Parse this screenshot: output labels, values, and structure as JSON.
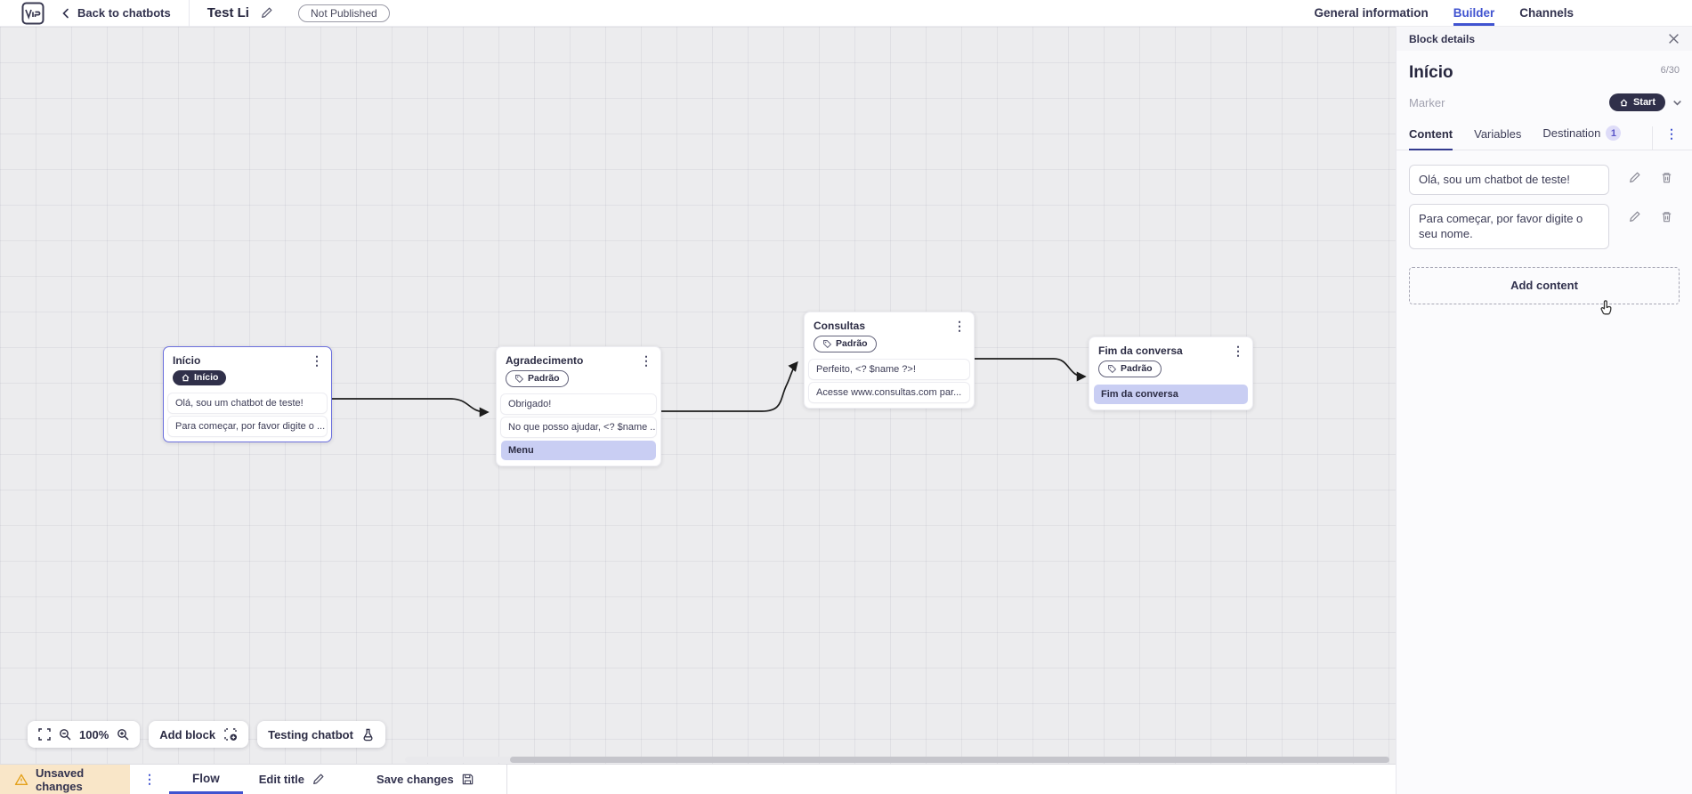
{
  "icons": {
    "kebab": "⋮"
  },
  "top_bar": {
    "back_label": "Back to chatbots",
    "title": "Test Li",
    "status_badge": "Not Published",
    "tabs": [
      {
        "label": "General information",
        "active": false
      },
      {
        "label": "Builder",
        "active": true
      },
      {
        "label": "Channels",
        "active": false
      }
    ]
  },
  "panel": {
    "header": "Block details",
    "block_name": "Início",
    "char_counter": "6/30",
    "marker_label": "Marker",
    "marker_value": "Start",
    "tabs": [
      {
        "label": "Content"
      },
      {
        "label": "Variables"
      },
      {
        "label": "Destination",
        "badge": "1"
      }
    ],
    "content_items": [
      {
        "text": "Olá, sou um chatbot de teste!"
      },
      {
        "text": "Para começar, por favor digite o seu nome."
      }
    ],
    "add_content_label": "Add content"
  },
  "canvas": {
    "zoom_level": "100%",
    "add_block_label": "Add block",
    "testing_label": "Testing chatbot",
    "nodes": [
      {
        "title": "Início",
        "badge": "Início",
        "rows": [
          {
            "text": "Olá, sou um chatbot de teste!"
          },
          {
            "text": "Para começar, por favor digite o ..."
          }
        ]
      },
      {
        "title": "Agradecimento",
        "badge": "Padrão",
        "rows": [
          {
            "text": "Obrigado!"
          },
          {
            "text": "No que posso ajudar, <? $name ..."
          },
          {
            "text": "Menu"
          }
        ]
      },
      {
        "title": "Consultas",
        "badge": "Padrão",
        "rows": [
          {
            "text": "Perfeito, <? $name ?>!"
          },
          {
            "text": "Acesse www.consultas.com par..."
          }
        ]
      },
      {
        "title": "Fim da conversa",
        "badge": "Padrão",
        "rows": [
          {
            "text": "Fim da conversa"
          }
        ]
      }
    ]
  },
  "bottom_bar": {
    "unsaved_label": "Unsaved changes",
    "flow_tab": "Flow",
    "edit_title_label": "Edit title",
    "save_label": "Save changes"
  },
  "colors": {
    "accent_blue": "#4053d0",
    "dark_navy": "#30304a",
    "node_highlight_row": "#c9cef3",
    "selected_node_border": "#6b6fdd",
    "unsaved_bg": "#f9e6c8",
    "destination_badge_bg": "#dedcf8",
    "destination_badge_text": "#5b55c8"
  }
}
